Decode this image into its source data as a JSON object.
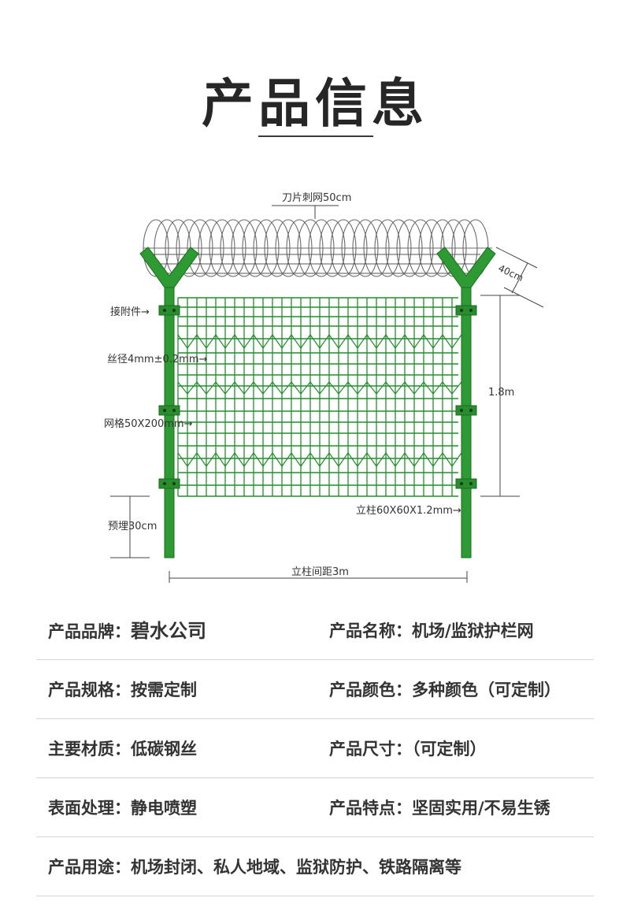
{
  "header": {
    "title": "产品信息"
  },
  "diagram": {
    "labels": {
      "razor_wire": "刀片刺网50cm",
      "arm_length": "40cm",
      "connector": "接附件→",
      "wire_diameter": "丝径4mm±0.2mm→",
      "mesh_size": "网格50X200mm→",
      "embed_depth": "预埋30cm",
      "height": "1.8m",
      "post_size": "立柱60X60X1.2mm→",
      "post_spacing": "立柱间距3m"
    },
    "colors": {
      "post": "#2e9a33",
      "mesh": "#1f8f2a",
      "wire": "#666666"
    }
  },
  "specs": {
    "rows": [
      {
        "left_label": "产品品牌：",
        "left_value": "碧水公司",
        "right_label": "产品名称：",
        "right_value": "机场/监狱护栏网"
      },
      {
        "left_label": "产品规格：",
        "left_value": "按需定制",
        "right_label": "产品颜色：",
        "right_value": "多种颜色（可定制）"
      },
      {
        "left_label": "主要材质：",
        "left_value": "低碳钢丝",
        "right_label": "产品尺寸：",
        "right_value": "（可定制）"
      },
      {
        "left_label": "表面处理：",
        "left_value": "静电喷塑",
        "right_label": "产品特点：",
        "right_value": "坚固实用/不易生锈"
      }
    ],
    "usage": {
      "label": "产品用途：",
      "value": "机场封闭、私人地域、监狱防护、铁路隔离等"
    }
  }
}
